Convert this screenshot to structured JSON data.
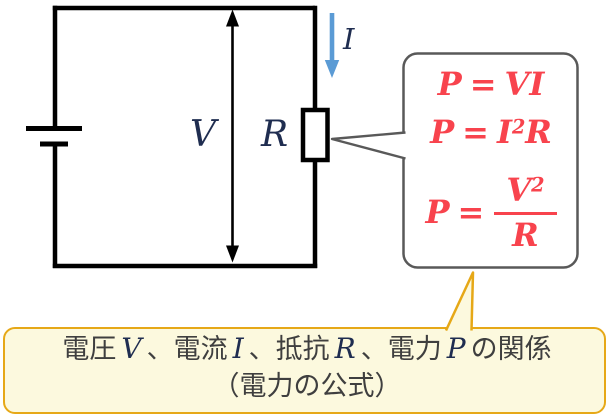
{
  "circuit": {
    "voltage_label": "V",
    "resistance_label": "R",
    "current_label": "I"
  },
  "formula_box": {
    "f1": {
      "lhs": "P",
      "eq": "=",
      "rhs": "VI"
    },
    "f2": {
      "lhs": "P",
      "eq": "=",
      "base": "I",
      "sup": "2",
      "tail": "R"
    },
    "f3": {
      "lhs": "P",
      "eq": "=",
      "num": "V",
      "num_sup": "2",
      "den": "R"
    }
  },
  "caption": {
    "line1": [
      {
        "text": "電圧"
      },
      {
        "math": "V"
      },
      {
        "text": "、電流"
      },
      {
        "math": "I"
      },
      {
        "text": "、抵抗"
      },
      {
        "math": "R"
      },
      {
        "text": "、電力"
      },
      {
        "math": "P"
      },
      {
        "text": "の関係"
      }
    ],
    "line2": "（電力の公式）"
  },
  "colors": {
    "formula_red": "#f8434d",
    "current_arrow_blue": "#5b9bd5",
    "callout_border_gray": "#595959",
    "caption_border_yellow": "#e6a817",
    "caption_fill_yellow": "#fcf9de",
    "wire_black": "#000000",
    "caption_text_gray": "#3f3f3f",
    "math_label_navy": "#1f2d50"
  }
}
